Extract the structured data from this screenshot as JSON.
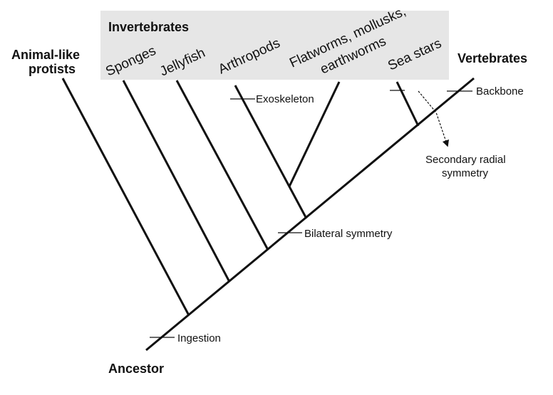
{
  "group_box": {
    "title": "Invertebrates",
    "fill": "#e6e6e6"
  },
  "outgroup": {
    "line1": "Animal-like",
    "line2": "protists"
  },
  "vertebrates": "Vertebrates",
  "root": "Ancestor",
  "taxa": {
    "sponges": "Sponges",
    "jellyfish": "Jellyfish",
    "arthropods": "Arthropods",
    "flatworms_line1": "Flatworms, mollusks,",
    "flatworms_line2": "earthworms",
    "sea_stars": "Sea stars"
  },
  "traits": {
    "exoskeleton": "Exoskeleton",
    "backbone": "Backbone",
    "secondary_radial_line1": "Secondary radial",
    "secondary_radial_line2": "symmetry",
    "bilateral": "Bilateral symmetry",
    "ingestion": "Ingestion"
  }
}
